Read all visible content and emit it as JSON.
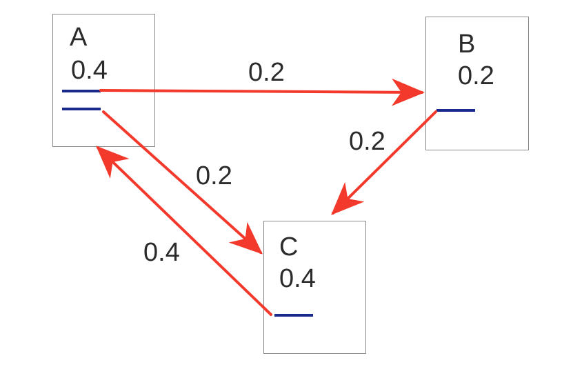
{
  "colors": {
    "edge": "#f2392b",
    "port": "#1a2a8c",
    "box_border": "#8a8a8a",
    "text": "#2b2b2b"
  },
  "nodes": {
    "a": {
      "name": "A",
      "value": "0.4"
    },
    "b": {
      "name": "B",
      "value": "0.2"
    },
    "c": {
      "name": "C",
      "value": "0.4"
    }
  },
  "edges": {
    "a_to_b": {
      "from": "A",
      "to": "B",
      "label": "0.2"
    },
    "a_to_c": {
      "from": "A",
      "to": "C",
      "label": "0.2"
    },
    "b_to_c": {
      "from": "B",
      "to": "C",
      "label": "0.2"
    },
    "c_to_a": {
      "from": "C",
      "to": "A",
      "label": "0.4"
    }
  }
}
